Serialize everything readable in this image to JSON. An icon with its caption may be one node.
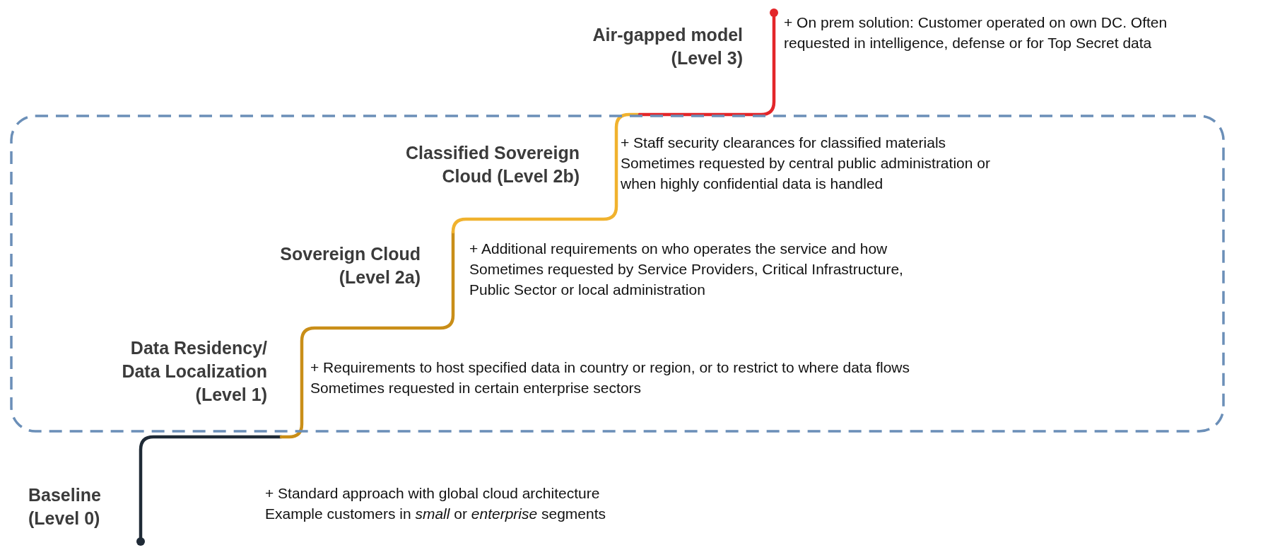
{
  "diagram": {
    "nodes": [
      {
        "text": [
          "Air-gapped model (Level 3)"
        ],
        "beside": [
          "+ On prem solution: Customer operated on own DC. Often requested in intelligence, defense or for Top Secret data"
        ]
      },
      {
        "text": [],
        "shape": "box"
      },
      {
        "text": [
          "Classified Sovereign Cloud (Level 2b)"
        ],
        "in": 1,
        "beside": [
          "+ Staff security clearances for classified materials",
          "Sometimes requested by central public administration or when highly confidential data is handled"
        ]
      },
      {
        "text": [
          "Sovereign Cloud (Level 2a)"
        ],
        "in": 1,
        "beside": [
          "+ Additional requirements on who operates the service and how",
          "Sometimes requested by Service Providers, Critical Infrastructure, Public Sector or local administration"
        ]
      },
      {
        "text": [
          "Data Residency/ Data Localization (Level 1)"
        ],
        "in": 1,
        "beside": [
          "+ Requirements to host specified data in country or region, or to restrict to where data flows",
          "Sometimes requested in certain enterprise sectors"
        ]
      },
      {
        "text": [
          "Baseline (Level 0)"
        ],
        "beside": [
          "+ Standard approach with global cloud architecture",
          "Example customers in *small* or *enterprise* segments"
        ]
      }
    ],
    "edges": []
  }
}
